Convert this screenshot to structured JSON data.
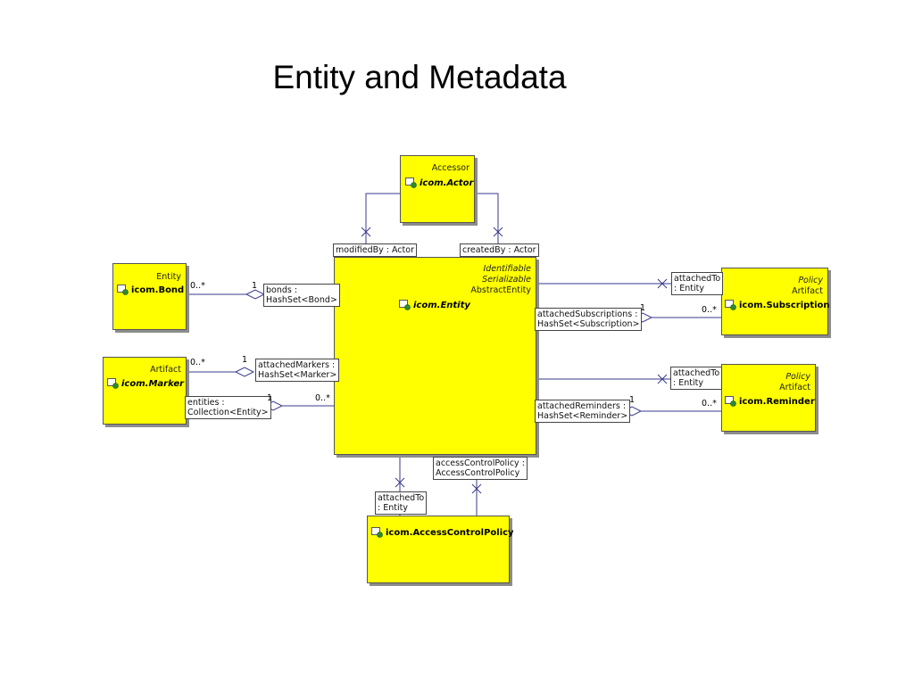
{
  "title": "Entity and Metadata",
  "colors": {
    "class_fill": "#ffff00",
    "class_border": "#555555",
    "shadow": "#8c8c8c",
    "line": "#3a3a8c"
  },
  "classes": {
    "actor": {
      "stereotypes": [
        "Accessor"
      ],
      "name": "icom.Actor"
    },
    "entity": {
      "stereotypes": [
        "Identifiable",
        "Serializable",
        "AbstractEntity"
      ],
      "name": "icom.Entity"
    },
    "bond": {
      "stereotypes": [
        "Entity"
      ],
      "name": "icom.Bond"
    },
    "marker": {
      "stereotypes": [
        "Artifact"
      ],
      "name": "icom.Marker"
    },
    "subscription": {
      "stereotypes": [
        "Policy",
        "Artifact"
      ],
      "name": "icom.Subscription"
    },
    "reminder": {
      "stereotypes": [
        "Policy",
        "Artifact"
      ],
      "name": "icom.Reminder"
    },
    "acp": {
      "name": "icom.AccessControlPolicy"
    }
  },
  "roles": {
    "modified_by": "modifiedBy : Actor",
    "created_by": "createdBy : Actor",
    "bonds": [
      "bonds :",
      "HashSet<Bond>"
    ],
    "attached_markers": [
      "attachedMarkers :",
      "HashSet<Marker>"
    ],
    "entities": [
      "entities :",
      "Collection<Entity>"
    ],
    "subs_attached_to": [
      "attachedTo",
      ": Entity"
    ],
    "attached_subscriptions": [
      "attachedSubscriptions :",
      "HashSet<Subscription>"
    ],
    "rem_attached_to": [
      "attachedTo",
      ": Entity"
    ],
    "attached_reminders": [
      "attachedReminders :",
      "HashSet<Reminder>"
    ],
    "access_control_policy": [
      "accessControlPolicy :",
      "AccessControlPolicy"
    ],
    "acp_attached_to": [
      "attachedTo",
      ": Entity"
    ]
  },
  "multiplicities": {
    "bond_many": "0..*",
    "bond_one": "1",
    "marker_many": "0..*",
    "marker_one": "1",
    "entities_one": "1",
    "entities_many": "0..*",
    "sub_one": "1",
    "sub_many": "0..*",
    "rem_one": "1",
    "rem_many": "0..*"
  }
}
